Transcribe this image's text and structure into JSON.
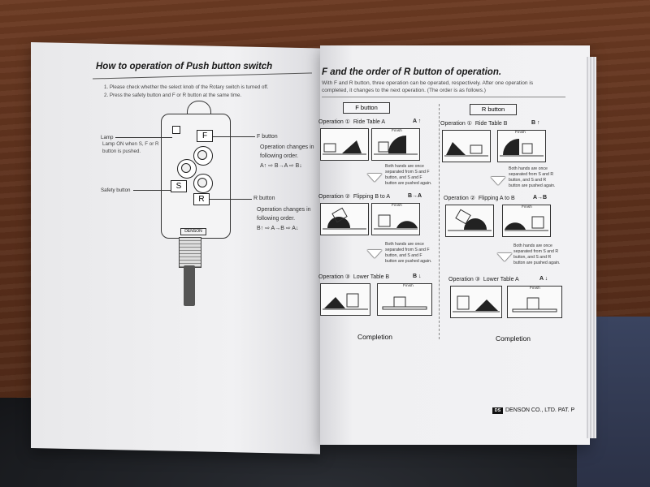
{
  "left_page": {
    "title": "How to operation of Push button switch",
    "instructions": [
      "1. Please check whether the select knob of the Rotary switch is turned off.",
      "2. Press the safety button and F or R button at the same time."
    ],
    "lamp_label": "Lamp",
    "lamp_desc": [
      "Lamp ON when S, F or R",
      "button is pushed."
    ],
    "safety_label": "Safety button",
    "f_button_title": "F button",
    "f_button_desc": [
      "Operation changes in",
      "following order.",
      "A↑ ⇨ B→A ⇨ B↓"
    ],
    "r_button_title": "R button",
    "r_button_desc": [
      "Operation changes in",
      "following order.",
      "B↑ ⇨ A→B ⇨ A↓"
    ],
    "remote_letters": {
      "f": "F",
      "s": "S",
      "r": "R"
    },
    "remote_brand": "DENSON"
  },
  "right_page": {
    "title": "F and the order of R button of operation.",
    "intro": [
      "With F and R button, three operation can be operated, respectively. After one operation is",
      "completed, it changes to the next operation. (The order is as follows.)"
    ],
    "columns": [
      {
        "header": "F button",
        "steps": [
          {
            "op": "Operation ①",
            "action": "Ride Table A",
            "tag": "A ↑"
          },
          {
            "op": "Operation ②",
            "action": "Flipping B to A",
            "tag": "B→A"
          },
          {
            "op": "Operation ③",
            "action": "Lower Table B",
            "tag": "B ↓"
          }
        ],
        "notes": [
          [
            "Both hands are once",
            "separated from S and F",
            "button, and S and F",
            "button are pushed again."
          ],
          [
            "Both hands are once",
            "separated from S and F",
            "button, and S and F",
            "button are pushed again."
          ]
        ],
        "completion": "Completion"
      },
      {
        "header": "R button",
        "steps": [
          {
            "op": "Operation ①",
            "action": "Ride Table B",
            "tag": "B ↑"
          },
          {
            "op": "Operation ②",
            "action": "Flipping A to B",
            "tag": "A→B"
          },
          {
            "op": "Operation ③",
            "action": "Lower Table A",
            "tag": "A ↓"
          }
        ],
        "notes": [
          [
            "Both hands are once",
            "separated from S and R",
            "button, and S and R",
            "button are pushed again."
          ],
          [
            "Both hands are once",
            "separated from S and R",
            "button, and S and R",
            "button are pushed again."
          ]
        ],
        "completion": "Completion"
      }
    ],
    "finish_label": "Finish",
    "footer": "DENSON CO., LTD. PAT. P",
    "footer_logo": "DS"
  }
}
